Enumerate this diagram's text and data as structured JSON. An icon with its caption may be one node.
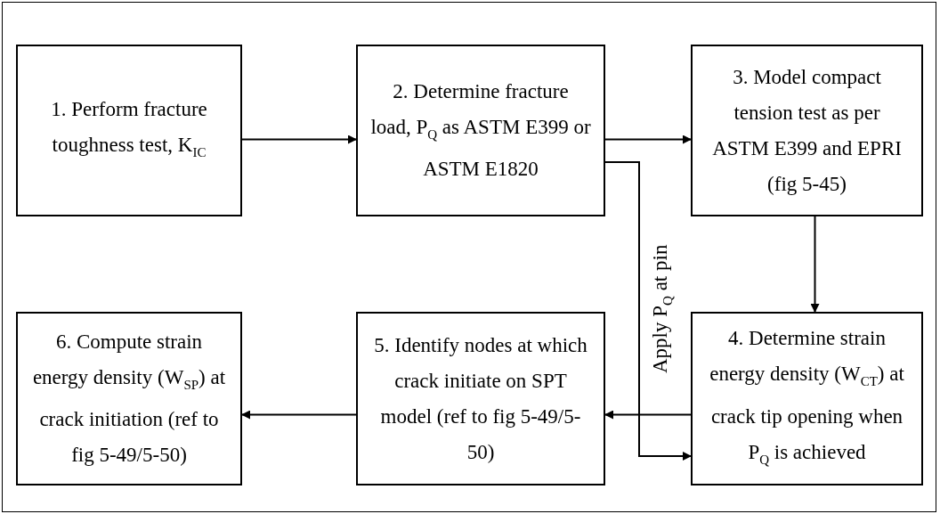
{
  "diagram": {
    "nodes": [
      {
        "text": [
          "1. Perform fracture toughness test, K$_{IC}$"
        ]
      },
      {
        "text": [
          "2. Determine fracture load, P$_{Q}$ as ASTM E399 or ASTM E1820"
        ]
      },
      {
        "text": [
          "3. Model compact tension test as per ASTM E399 and EPRI (fig 5-45)"
        ]
      },
      {
        "text": [
          "4. Determine strain energy density (W$_{CT}$) at crack tip opening when P$_{Q}$ is achieved"
        ]
      },
      {
        "text": [
          "5. Identify nodes at which crack initiate on SPT model (ref to fig 5-49/5-50)"
        ]
      },
      {
        "text": [
          "6. Compute strain energy density (W$_{SP}$) at crack initiation (ref to fig 5-49/5-50)"
        ]
      }
    ],
    "edges": [
      {
        "from": 0,
        "to": 1,
        "arrow": "to"
      },
      {
        "from": 1,
        "to": 2,
        "arrow": "to"
      },
      {
        "from": 1,
        "to": 3,
        "arrow": "to",
        "label": "Apply P$_{Q}$ at pin"
      },
      {
        "from": 2,
        "to": 3,
        "arrow": "to"
      },
      {
        "from": 3,
        "to": 4,
        "arrow": "to"
      },
      {
        "from": 4,
        "to": 5,
        "arrow": "to"
      }
    ]
  }
}
